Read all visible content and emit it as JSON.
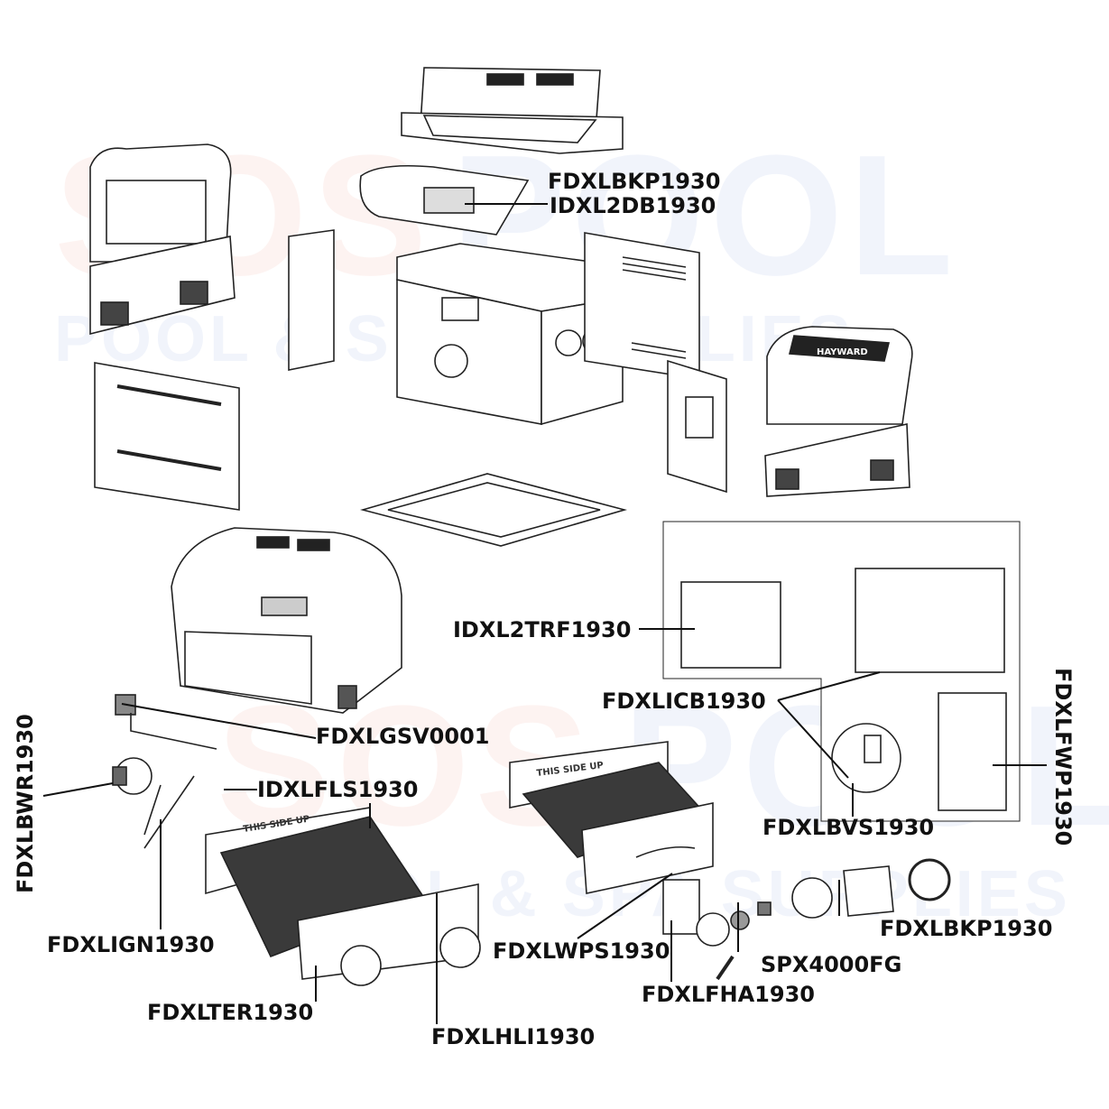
{
  "watermark": {
    "brand_left": "SOS",
    "brand_right": "POOL",
    "tagline": "POOL & SPA SUPPLIES"
  },
  "part_markings": {
    "brand": "HAYWARD",
    "orientation": "THIS SIDE UP"
  },
  "labels": {
    "bezel_top": "FDXLBKP1930",
    "display_board": "IDXL2DB1930",
    "transformer": "IDXL2TRF1930",
    "control_board": "FDXLICB1930",
    "flow_pcb": "FDXLFWP1930",
    "gas_valve": "FDXLGSV0001",
    "blower": "FDXLBWR1930",
    "flame_sensor": "IDXLFLS1930",
    "vent_switch": "FDXLBVS1930",
    "igniter": "FDXLIGN1930",
    "water_pressure_switch": "FDXLWPS1930",
    "bypass": "FDXLBKP1930",
    "fitting": "SPX4000FG",
    "flange_adapter": "FDXLFHA1930",
    "thermistor": "FDXLTER1930",
    "high_limit": "FDXLHLI1930"
  },
  "colors": {
    "ink": "#111111",
    "watermark_red": "#f3c8c0",
    "watermark_blue": "#dfe6f5"
  }
}
